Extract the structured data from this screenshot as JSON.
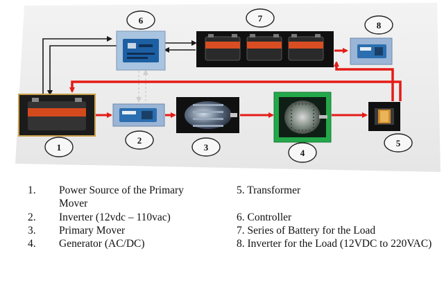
{
  "diagram": {
    "components": [
      {
        "id": "1",
        "label": "1"
      },
      {
        "id": "2",
        "label": "2"
      },
      {
        "id": "3",
        "label": "3"
      },
      {
        "id": "4",
        "label": "4"
      },
      {
        "id": "5",
        "label": "5"
      },
      {
        "id": "6",
        "label": "6"
      },
      {
        "id": "7",
        "label": "7"
      },
      {
        "id": "8",
        "label": "8"
      }
    ],
    "colors": {
      "panel": "#ececec",
      "arrow_red": "#e41b17",
      "arrow_black": "#1a1a1a",
      "arrow_dashed": "#d9d9d9",
      "controller_box": "#a8c4e0",
      "series_box": "#101010",
      "inverter_box": "#9bb5d6",
      "generator_box": "#23a84a"
    }
  },
  "legend": {
    "left": [
      {
        "num": "1.",
        "text": "Power Source of the Primary Mover"
      },
      {
        "num": "2.",
        "text": "Inverter (12vdc – 110vac)"
      },
      {
        "num": "3.",
        "text": "Primary Mover"
      },
      {
        "num": "4.",
        "text": "Generator (AC/DC)"
      }
    ],
    "right": [
      {
        "text": "5. Transformer"
      },
      {
        "text": "6. Controller"
      },
      {
        "text": "7. Series of Battery for the Load"
      },
      {
        "text": "8. Inverter for the Load (12VDC to 220VAC)"
      }
    ]
  }
}
